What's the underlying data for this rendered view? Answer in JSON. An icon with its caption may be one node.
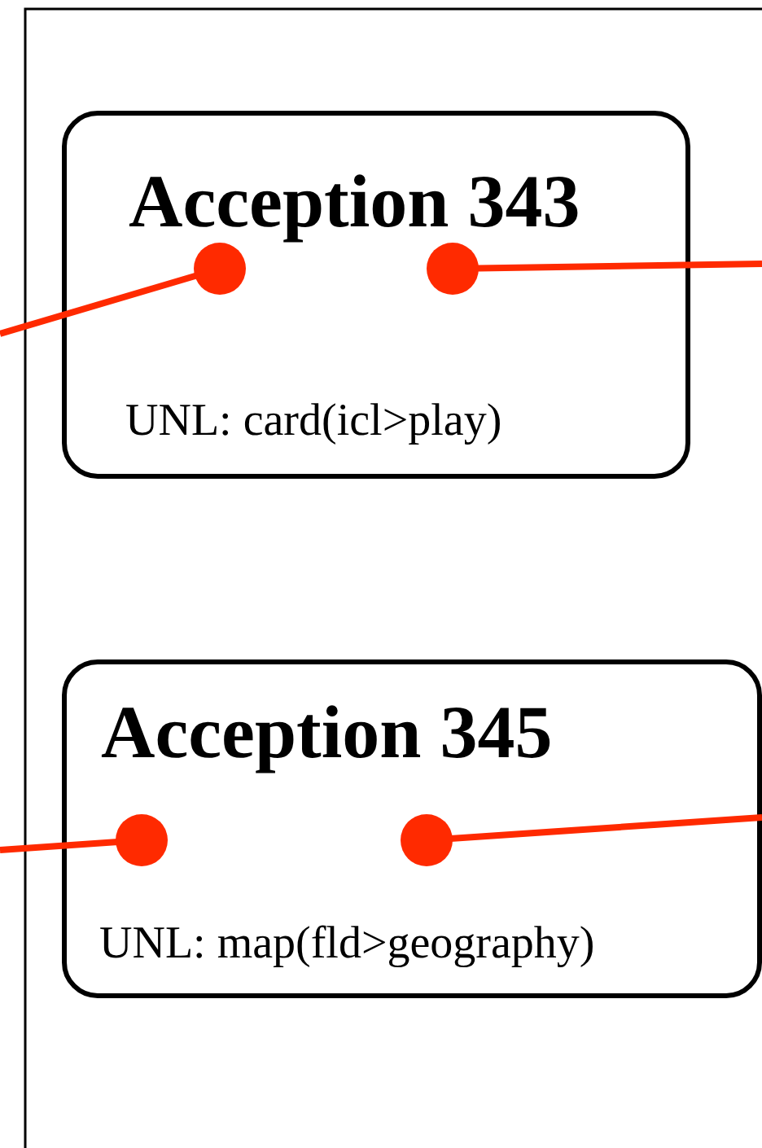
{
  "diagram": {
    "nodes": [
      {
        "text": [
          "Acception 343",
          "UNL: card(icl>play)"
        ]
      },
      {
        "text": [
          "Acception 345",
          "UNL: map(fld>geography)"
        ]
      }
    ],
    "edges": [
      {
        "from": null,
        "to": 0,
        "arrow": "other"
      },
      {
        "from": 0,
        "to": null,
        "arrow": "other"
      },
      {
        "from": null,
        "to": 1,
        "arrow": "other"
      },
      {
        "from": 1,
        "to": null,
        "arrow": "other"
      }
    ]
  }
}
